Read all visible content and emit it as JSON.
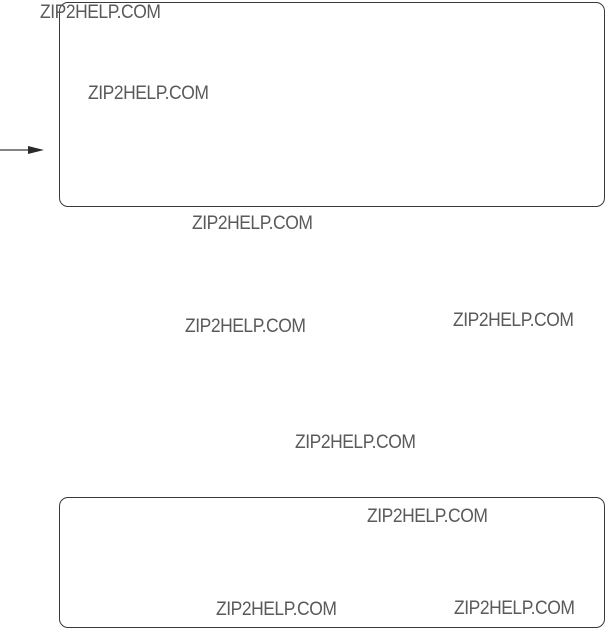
{
  "watermarks": [
    "ZIP2HELP.COM",
    "ZIP2HELP.COM",
    "ZIP2HELP.COM",
    "ZIP2HELP.COM",
    "ZIP2HELP.COM",
    "ZIP2HELP.COM",
    "ZIP2HELP.COM",
    "ZIP2HELP.COM",
    "ZIP2HELP.COM"
  ],
  "colors": {
    "border": "#3a3a3a",
    "watermark": "#5a5a5a",
    "background": "#ffffff"
  },
  "icons": {
    "pointer": "arrow-right-icon"
  }
}
